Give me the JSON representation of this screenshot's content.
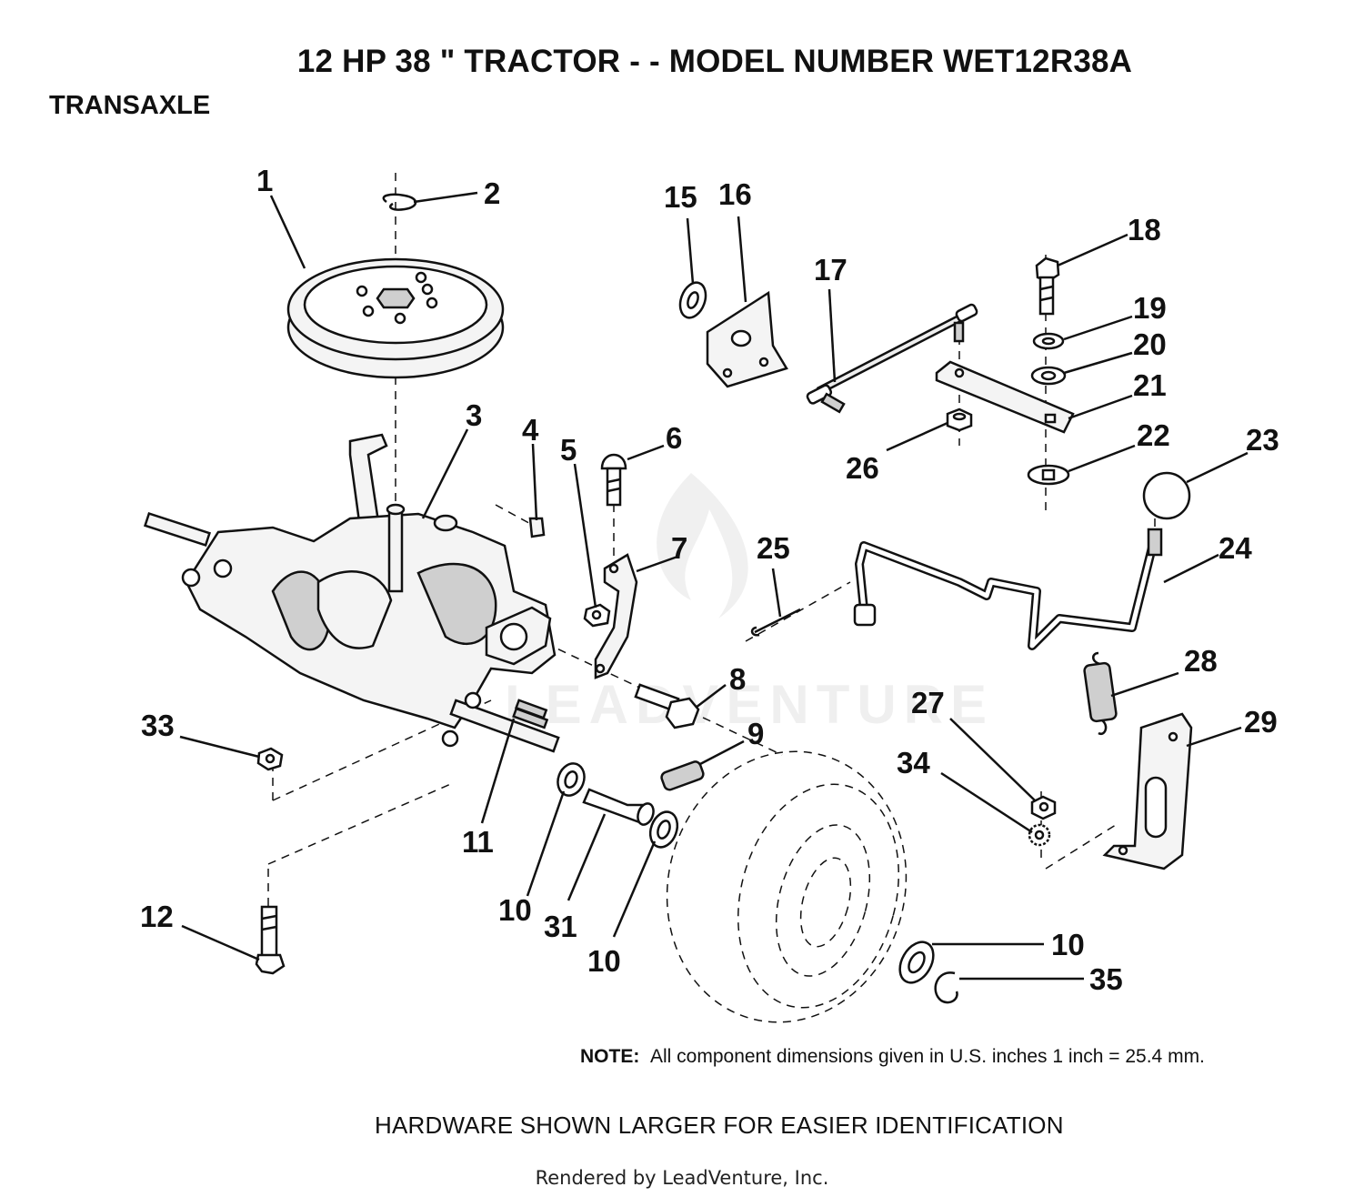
{
  "header": {
    "title": "12 HP 38 \" TRACTOR - - MODEL NUMBER WET12R38A",
    "section": "TRANSAXLE"
  },
  "callouts": [
    "1",
    "2",
    "3",
    "4",
    "5",
    "6",
    "7",
    "8",
    "9",
    "10",
    "11",
    "12",
    "15",
    "16",
    "17",
    "18",
    "19",
    "20",
    "21",
    "22",
    "23",
    "24",
    "25",
    "26",
    "27",
    "28",
    "29",
    "31",
    "10",
    "10",
    "33",
    "34",
    "10",
    "35"
  ],
  "note": {
    "label": "NOTE:",
    "text": "All component dimensions given in U.S. inches 1 inch = 25.4 mm."
  },
  "hardware_note": "HARDWARE SHOWN LARGER FOR EASIER IDENTIFICATION",
  "footer": "Rendered by LeadVenture, Inc."
}
